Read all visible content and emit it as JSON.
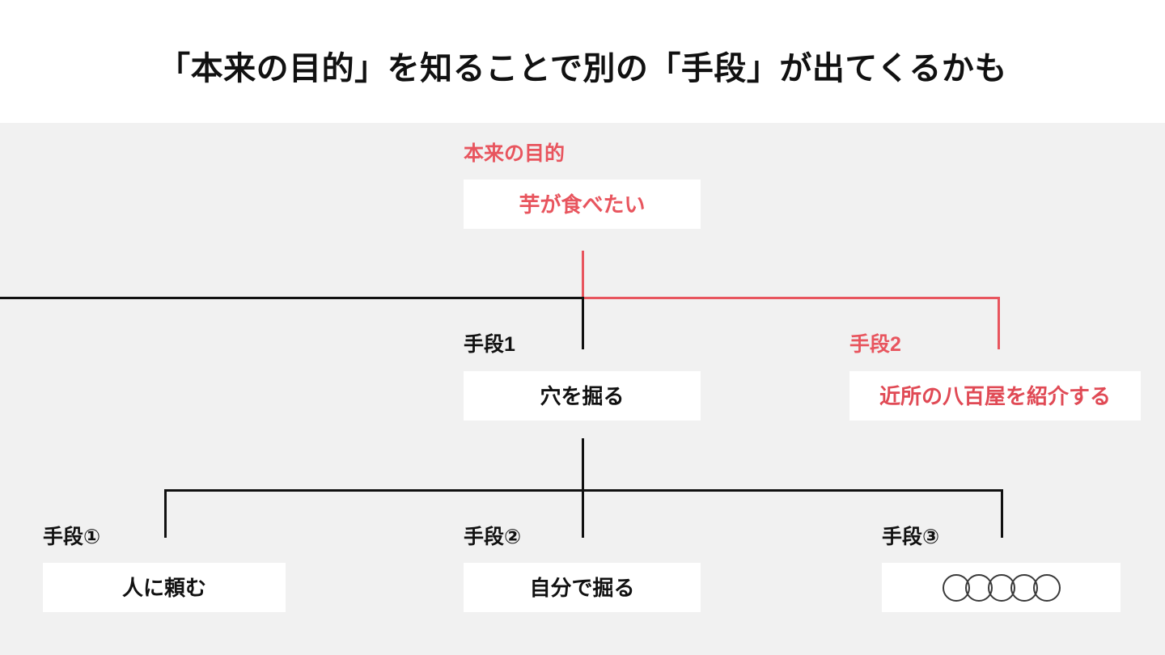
{
  "header": {
    "title": "「本来の目的」を知ることで別の「手段」が出てくるかも"
  },
  "colors": {
    "background": "#ffffff",
    "canvas": "#f1f1f1",
    "accent_red": "#e8555e",
    "text_black": "#111111",
    "box_fill": "#ffffff"
  },
  "diagram": {
    "root": {
      "label": "本来の目的",
      "text": "芋が食べたい",
      "color": "red"
    },
    "branches": [
      {
        "label": "手段1",
        "text": "穴を掘る",
        "color": "black"
      },
      {
        "label": "手段2",
        "text": "近所の八百屋を紹介する",
        "color": "red"
      }
    ],
    "sub_branches": [
      {
        "label": "手段①",
        "text": "人に頼む",
        "color": "black",
        "placeholder_circles": 0
      },
      {
        "label": "手段②",
        "text": "自分で掘る",
        "color": "black",
        "placeholder_circles": 0
      },
      {
        "label": "手段③",
        "text": "",
        "color": "black",
        "placeholder_circles": 5
      }
    ]
  }
}
